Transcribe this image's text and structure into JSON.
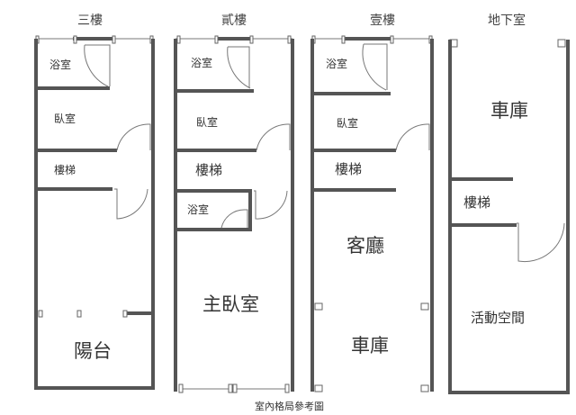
{
  "floors": [
    {
      "title": "三樓",
      "rooms": [
        "浴室",
        "臥室",
        "樓梯",
        "陽台"
      ]
    },
    {
      "title": "貳樓",
      "rooms": [
        "浴室",
        "臥室",
        "樓梯",
        "浴室",
        "主臥室"
      ]
    },
    {
      "title": "壹樓",
      "rooms": [
        "浴室",
        "臥室",
        "樓梯",
        "客廳",
        "車庫"
      ]
    },
    {
      "title": "地下室",
      "rooms": [
        "車庫",
        "樓梯",
        "活動空間"
      ]
    }
  ],
  "caption": "室內格局參考圖"
}
